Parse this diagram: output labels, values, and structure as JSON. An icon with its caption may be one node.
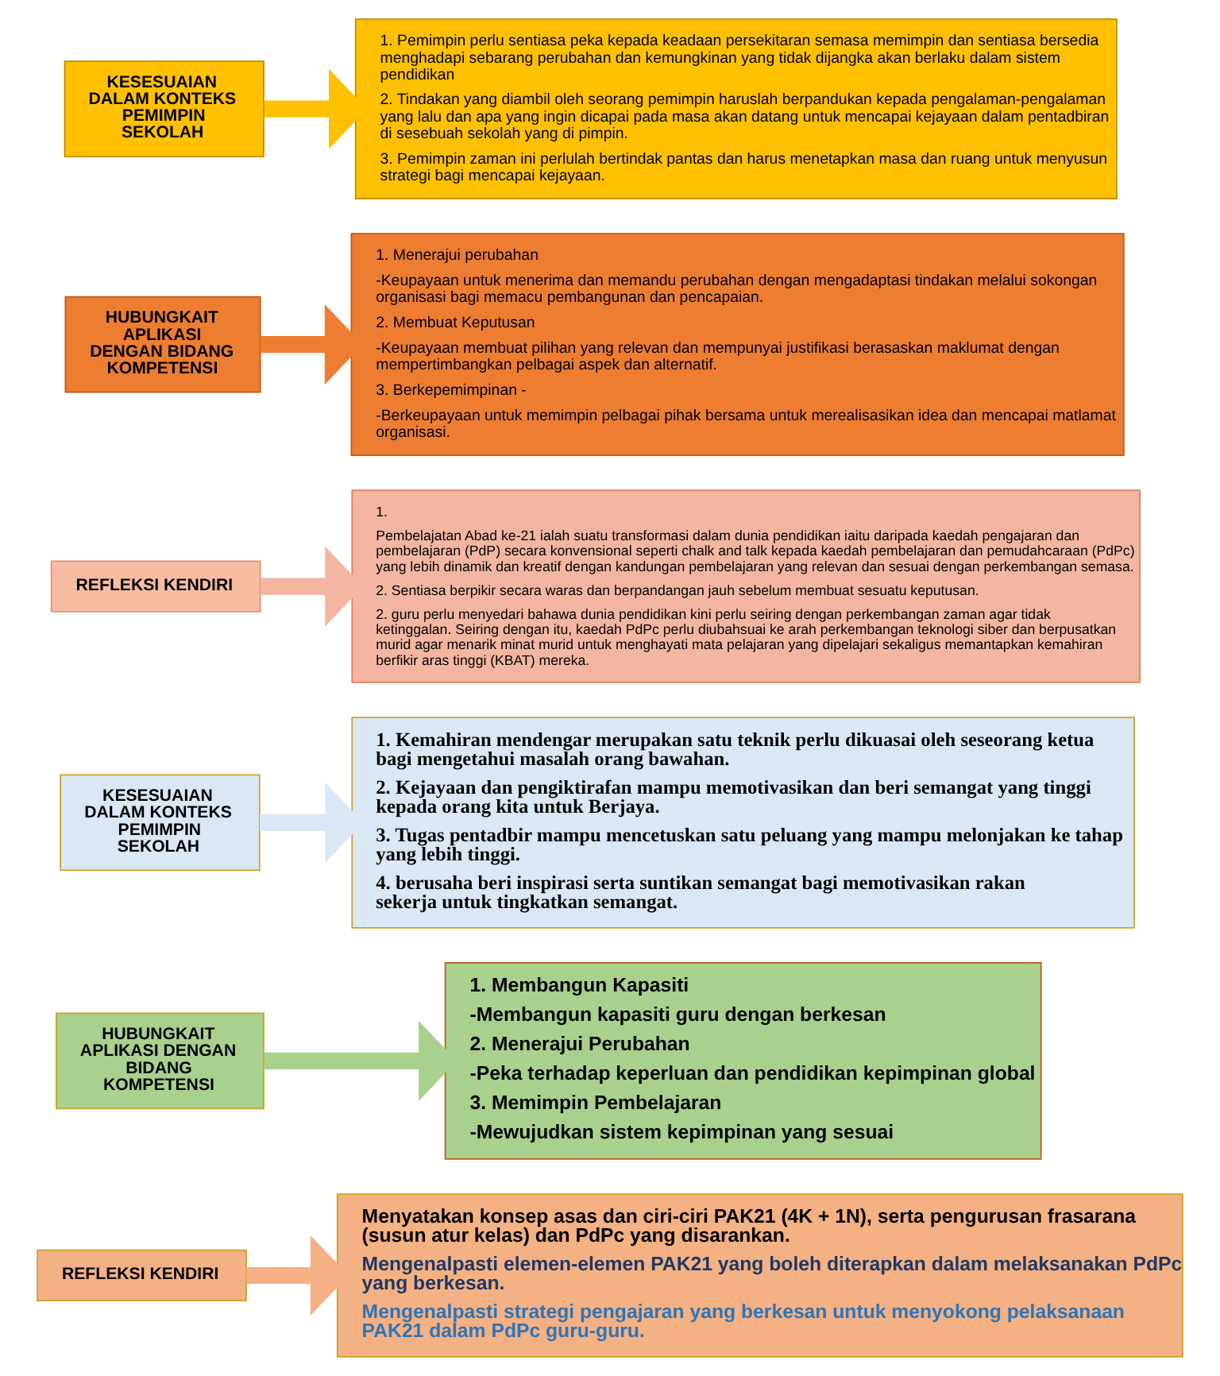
{
  "diagram": {
    "nodes": [
      {
        "text": [
          "KESESUAIAN DALAM KONTEKS PEMIMPIN SEKOLAH"
        ]
      },
      {
        "text": [
          "1. Pemimpin perlu sentiasa peka kepada keadaan persekitaran semasa memimpin dan sentiasa bersedia menghadapi sebarang perubahan dan kemungkinan yang tidak dijangka akan berlaku dalam sistem pendidikan",
          "2. Tindakan yang diambil oleh seorang pemimpin haruslah berpandukan kepada pengalaman-pengalaman yang lalu dan apa yang ingin dicapai pada masa akan datang untuk mencapai kejayaan dalam pentadbiran di sesebuah sekolah yang di pimpin.",
          "3. Pemimpin zaman ini perlulah bertindak pantas dan harus menetapkan masa dan ruang untuk menyusun strategi bagi mencapai kejayaan."
        ]
      },
      {
        "text": [
          "HUBUNGKAIT APLIKASI DENGAN BIDANG KOMPETENSI"
        ]
      },
      {
        "text": [
          "1. Menerajui perubahan",
          "-Keupayaan untuk menerima dan memandu perubahan dengan mengadaptasi tindakan melalui sokongan organisasi bagi memacu pembangunan dan pencapaian.",
          "2. Membuat Keputusan",
          "-Keupayaan membuat pilihan yang relevan dan mempunyai justifikasi berasaskan maklumat dengan mempertimbangkan pelbagai aspek dan alternatif.",
          "3. Berkepemimpinan -",
          "-Berkeupayaan untuk memimpin pelbagai pihak bersama untuk merealisasikan idea dan mencapai matlamat organisasi."
        ]
      },
      {
        "text": [
          "REFLEKSI KENDIRI"
        ]
      },
      {
        "text": [
          "1.",
          "Pembelajatan Abad ke-21 ialah suatu transformasi dalam dunia pendidikan iaitu daripada kaedah pengajaran dan pembelajaran (PdP) secara konvensional seperti chalk and talk kepada kaedah pembelajaran dan pemudahcaraan (PdPc) yang lebih dinamik dan kreatif dengan kandungan pembelajaran yang relevan dan sesuai dengan perkembangan semasa.",
          "2. Sentiasa berpikir secara waras dan berpandangan jauh sebelum membuat sesuatu keputusan.",
          "2. guru perlu menyedari bahawa dunia pendidikan kini perlu seiring dengan perkembangan zaman agar tidak ketinggalan. Seiring dengan itu, kaedah PdPc perlu diubahsuai ke arah perkembangan teknologi siber dan berpusatkan murid agar menarik minat murid untuk menghayati mata pelajaran yang dipelajari sekaligus memantapkan kemahiran berfikir aras tinggi (KBAT) mereka."
        ]
      },
      {
        "text": [
          "KESESUAIAN DALAM KONTEKS PEMIMPIN SEKOLAH"
        ]
      },
      {
        "text": [
          "1. Kemahiran mendengar merupakan satu teknik perlu dikuasai oleh seseorang ketua bagi mengetahui masalah orang bawahan.",
          "2. Kejayaan dan pengiktirafan mampu memotivasikan dan beri semangat yang tinggi kepada orang kita untuk Berjaya.",
          "3. Tugas pentadbir mampu mencetuskan satu peluang yang mampu melonjakan ke tahap yang lebih tinggi.",
          "4. berusaha beri inspirasi serta suntikan semangat bagi memotivasikan rakan sekerja untuk tingkatkan semangat."
        ]
      },
      {
        "text": [
          "HUBUNGKAIT APLIKASI DENGAN BIDANG KOMPETENSI"
        ]
      },
      {
        "text": [
          "1. Membangun Kapasiti",
          "-Membangun kapasiti guru dengan berkesan",
          "2. Menerajui Perubahan",
          "-Peka terhadap keperluan dan pendidikan kepimpinan global",
          "3. Memimpin Pembelajaran",
          "-Mewujudkan sistem kepimpinan yang sesuai"
        ]
      },
      {
        "text": [
          "REFLEKSI KENDIRI"
        ]
      },
      {
        "text": [
          "Menyatakan konsep asas dan ciri-ciri PAK21 (4K + 1N), serta pengurusan frasarana (susun atur kelas) dan PdPc yang disarankan.",
          "Mengenalpasti elemen-elemen PAK21 yang boleh diterapkan dalam melaksanakan PdPc yang berkesan.",
          "Mengenalpasti strategi pengajaran yang berkesan untuk menyokong pelaksanaan PAK21 dalam PdPc guru-guru."
        ]
      }
    ],
    "edges": [
      {
        "from": 0,
        "to": 1,
        "arrow": "to",
        "color": "#ffc000"
      },
      {
        "from": 2,
        "to": 3,
        "arrow": "to",
        "color": "#ed7d31"
      },
      {
        "from": 4,
        "to": 5,
        "arrow": "to",
        "color": "#f4b6a0"
      },
      {
        "from": 6,
        "to": 7,
        "arrow": "to",
        "color": "#dae8f5"
      },
      {
        "from": 8,
        "to": 9,
        "arrow": "to",
        "color": "#a9d18e"
      },
      {
        "from": 10,
        "to": 11,
        "arrow": "to",
        "color": "#f4b183"
      }
    ]
  }
}
